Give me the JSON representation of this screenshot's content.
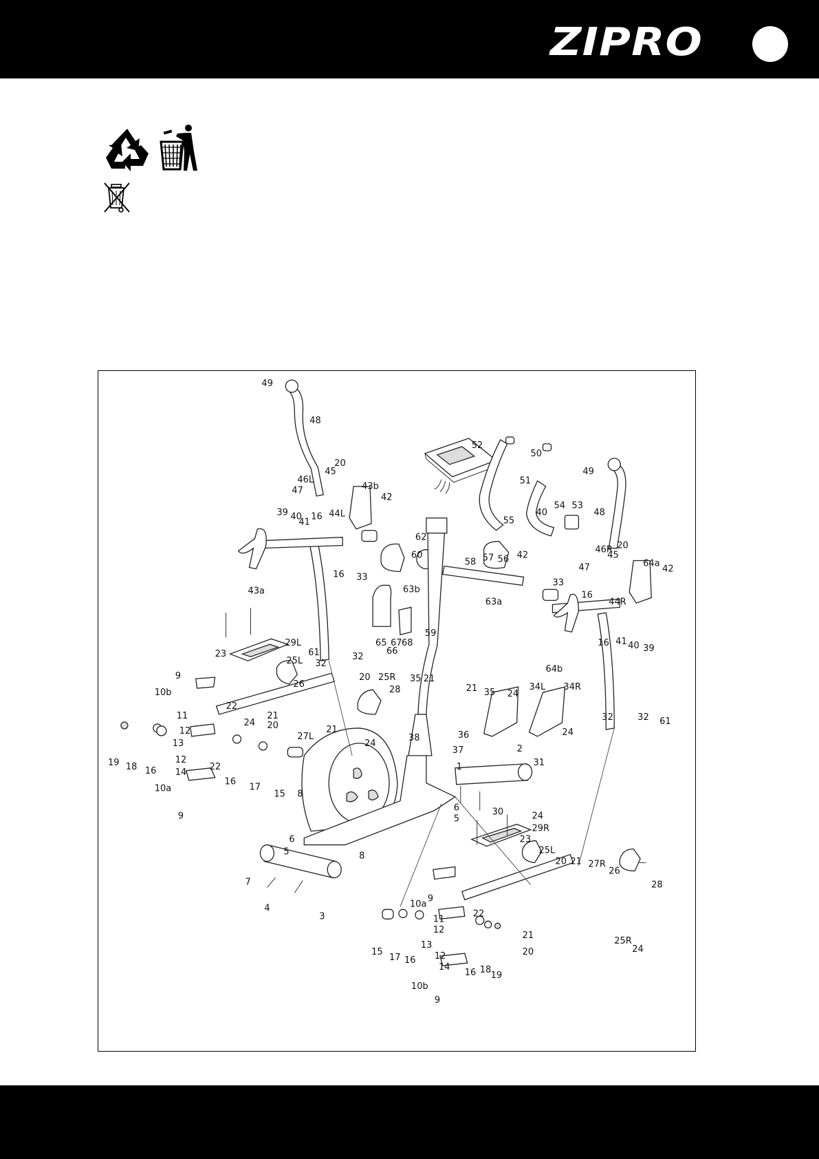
{
  "header": {
    "brand": "ZIPRO",
    "background": "#000000",
    "foreground": "#ffffff"
  },
  "icons": {
    "recycle": "recycle-icon",
    "tidyman": "tidyman-bin-icon",
    "weee": "crossed-out-wheelie-bin-icon"
  },
  "diagram": {
    "labels": [
      "49",
      "48",
      "46L",
      "45",
      "20",
      "47",
      "43b",
      "42",
      "39",
      "40",
      "41",
      "16",
      "44L",
      "43a",
      "16",
      "33",
      "52",
      "50",
      "51",
      "40",
      "54",
      "53",
      "55",
      "62",
      "60",
      "58",
      "57",
      "56",
      "42",
      "63b",
      "63a",
      "59",
      "65",
      "67",
      "66",
      "68",
      "49",
      "48",
      "46R",
      "20",
      "45",
      "47",
      "64a",
      "42",
      "33",
      "16",
      "44R",
      "64b",
      "16",
      "41",
      "40",
      "39",
      "29L",
      "61",
      "23",
      "25L",
      "32",
      "32",
      "9",
      "10b",
      "22",
      "26",
      "20",
      "25R",
      "28",
      "35",
      "21",
      "21",
      "35",
      "24",
      "34L",
      "34R",
      "11",
      "24",
      "21",
      "12",
      "27L",
      "20",
      "21",
      "24",
      "13",
      "22",
      "19",
      "18",
      "16",
      "12",
      "14",
      "16",
      "17",
      "15",
      "10a",
      "9",
      "8",
      "38",
      "37",
      "36",
      "1",
      "2",
      "31",
      "32",
      "32",
      "61",
      "24",
      "6",
      "5",
      "30",
      "24",
      "6",
      "5",
      "8",
      "7",
      "4",
      "3",
      "23",
      "29R",
      "25L",
      "20",
      "21",
      "27R",
      "26",
      "28",
      "9",
      "10a",
      "22",
      "11",
      "12",
      "21",
      "13",
      "15",
      "17",
      "16",
      "12",
      "14",
      "16",
      "18",
      "19",
      "20",
      "25R",
      "24",
      "10b",
      "9"
    ]
  }
}
